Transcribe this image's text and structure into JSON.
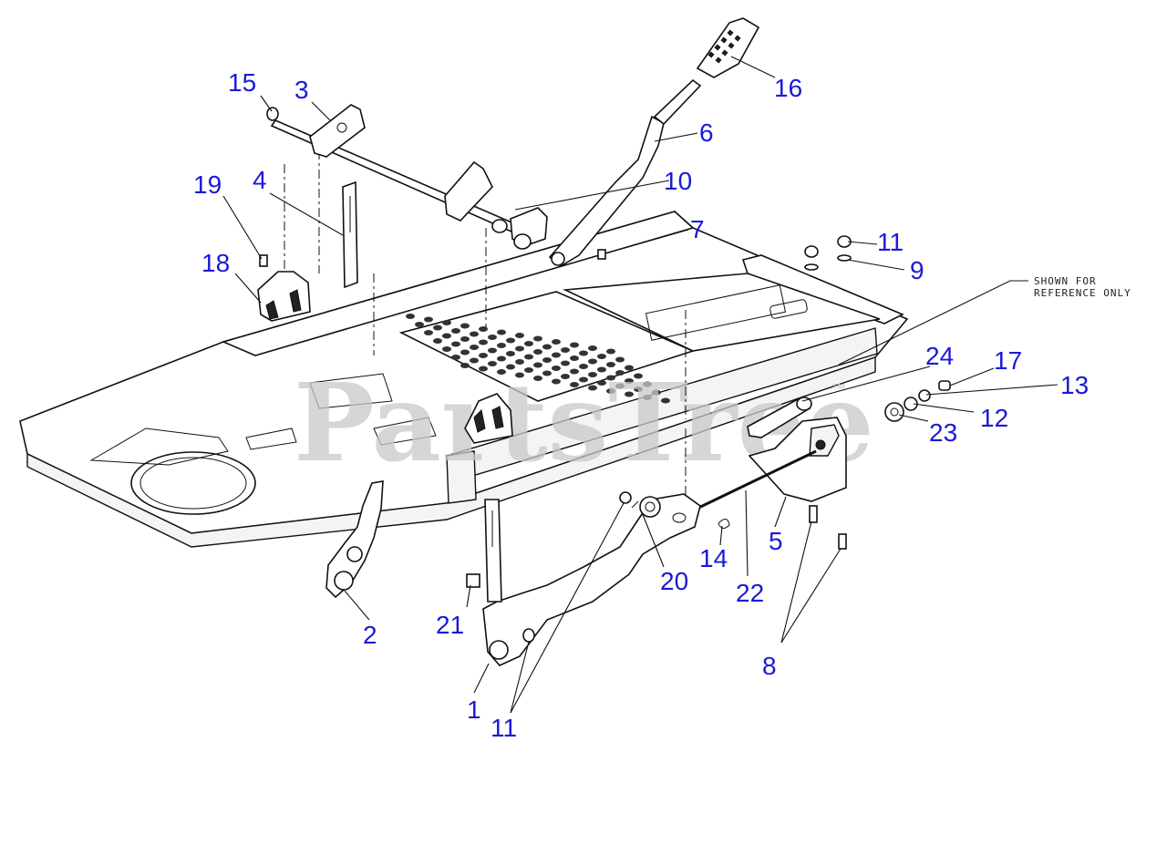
{
  "reference_note": {
    "line1": "SHOWN FOR",
    "line2": "REFERENCE ONLY"
  },
  "watermark": {
    "text": "PartsTree",
    "tm": "™"
  },
  "callouts": {
    "c1": "1",
    "c2": "2",
    "c3": "3",
    "c4": "4",
    "c5": "5",
    "c6": "6",
    "c7": "7",
    "c8": "8",
    "c9": "9",
    "c10": "10",
    "c11a": "11",
    "c11b": "11",
    "c12": "12",
    "c13": "13",
    "c14": "14",
    "c15": "15",
    "c16": "16",
    "c17": "17",
    "c18": "18",
    "c19": "19",
    "c20": "20",
    "c21": "21",
    "c22": "22",
    "c23": "23",
    "c24": "24"
  },
  "colors": {
    "callout_text": "#1a1ad6",
    "line_art": "#111111",
    "watermark": "#c9c9c9"
  }
}
